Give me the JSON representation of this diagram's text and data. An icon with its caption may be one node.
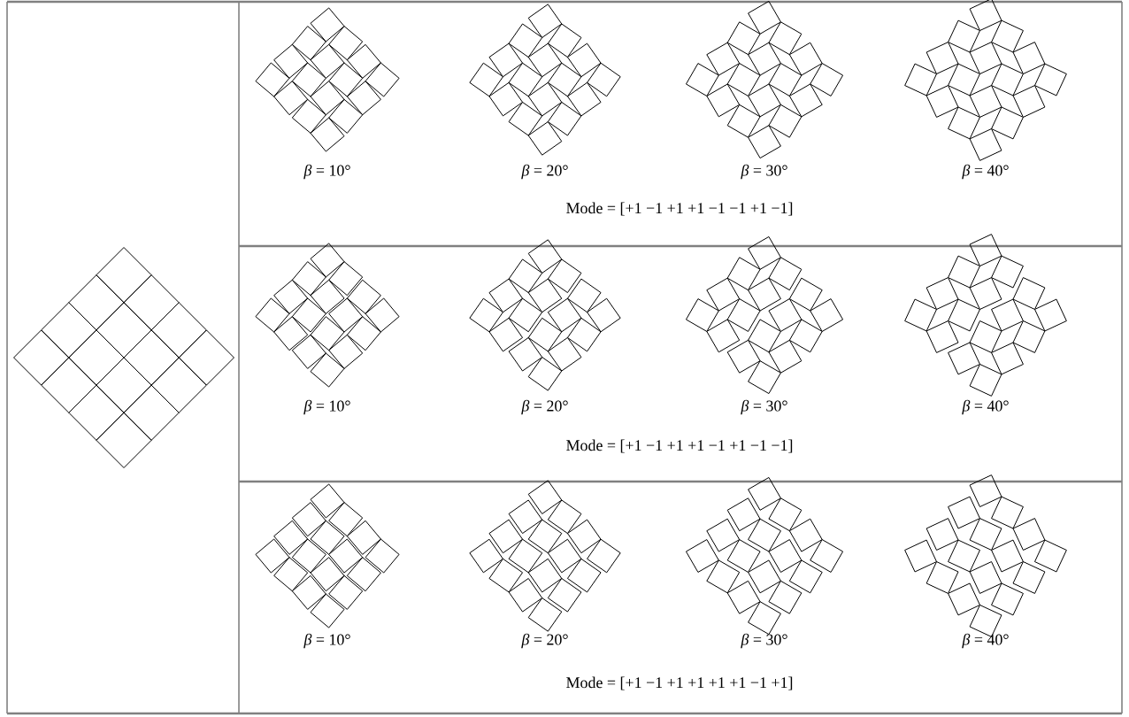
{
  "diagram": {
    "labels": [
      "*β* = 10°",
      "*β* = 20°",
      "*β* = 30°",
      "*β* = 40°",
      "Mode = [+1 −1 +1 +1 −1 −1 +1 −1]",
      "*β* = 10°",
      "*β* = 20°",
      "*β* = 30°",
      "*β* = 40°",
      "Mode = [+1 −1 +1 +1 −1 +1 −1 −1]",
      "*β* = 10°",
      "*β* = 20°",
      "*β* = 30°",
      "*β* = 40°",
      "Mode = [+1 −1 +1 +1 +1 +1 −1 +1]"
    ]
  }
}
